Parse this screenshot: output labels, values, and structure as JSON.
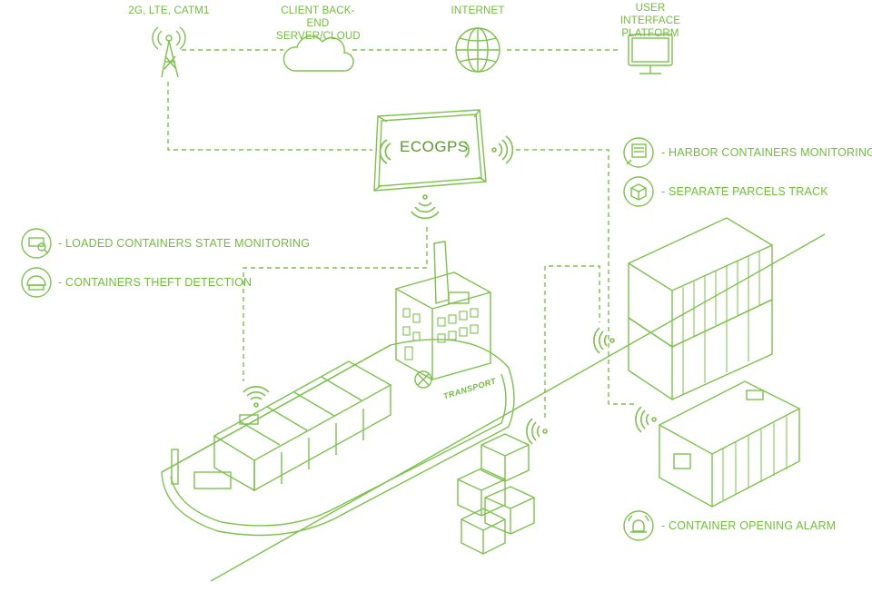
{
  "colors": {
    "accent": "#6fbf3a",
    "line": "#7cc24a"
  },
  "top_nodes": {
    "tower": {
      "label": "2G, LTE, CATM1",
      "icon": "cell-tower-icon"
    },
    "cloud": {
      "label": "CLIENT BACK-END SERVER/CLOUD",
      "icon": "cloud-icon"
    },
    "internet": {
      "label": "INTERNET",
      "icon": "globe-icon"
    },
    "ui": {
      "label": "USER INTERFACE PLATFORM",
      "icon": "monitor-icon"
    }
  },
  "device": {
    "brand": "ECOGPS",
    "icon": "gps-tracker-device-icon"
  },
  "features_left": [
    {
      "label": "- LOADED CONTAINERS STATE MONITORING",
      "icon": "container-monitoring-icon"
    },
    {
      "label": "- CONTAINERS THEFT DETECTION",
      "icon": "theft-detection-icon"
    }
  ],
  "features_right": [
    {
      "label": "- HARBOR CONTAINERS MONITORING",
      "icon": "harbor-monitoring-icon"
    },
    {
      "label": "- SEPARATE  PARCELS TRACK",
      "icon": "parcel-track-icon"
    }
  ],
  "feature_bottom": {
    "label": "- CONTAINER OPENING ALARM",
    "icon": "alarm-icon"
  },
  "ship": {
    "label": "TRANSPORT",
    "icon": "cargo-ship-icon"
  }
}
